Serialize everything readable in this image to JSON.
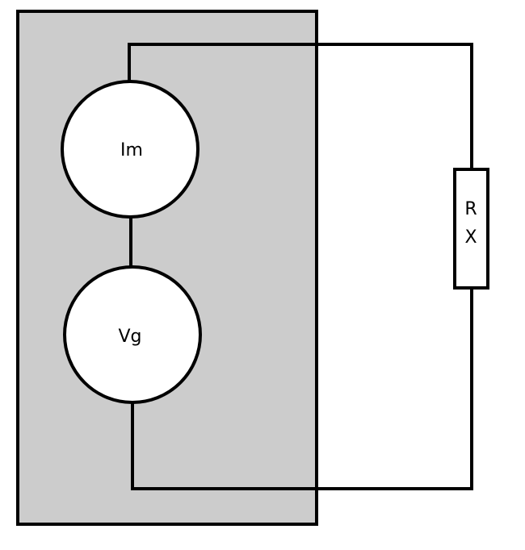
{
  "colors": {
    "background": "#ffffff",
    "enclosure_fill": "#cccccc",
    "line": "#000000",
    "source_fill": "#ffffff",
    "resistor_fill": "#ffffff"
  },
  "labels": {
    "current_meter": "Im",
    "voltage_source": "Vg",
    "resistor_line1": "R",
    "resistor_line2": "X"
  }
}
